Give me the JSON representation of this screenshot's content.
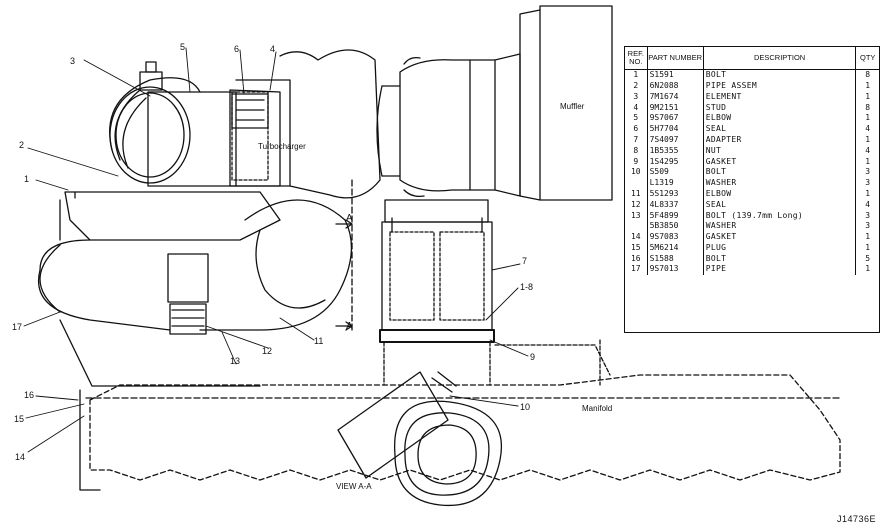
{
  "figure_id": "J14736E",
  "labels": {
    "turbocharger": "Turbocharger",
    "muffler": "Muffler",
    "manifold": "Manifold",
    "view": "VIEW A-A",
    "section_a": "A"
  },
  "callouts": [
    "1",
    "2",
    "3",
    "4",
    "5",
    "6",
    "7",
    "1-8",
    "9",
    "10",
    "11",
    "12",
    "13",
    "14",
    "15",
    "16",
    "17"
  ],
  "parts_table": {
    "headers": {
      "ref": "REF. NO.",
      "part": "PART NUMBER",
      "desc": "DESCRIPTION",
      "qty": "QTY"
    },
    "rows": [
      {
        "ref": "1",
        "part": "S1591",
        "desc": "BOLT",
        "qty": "8"
      },
      {
        "ref": "2",
        "part": "6N2088",
        "desc": "PIPE ASSEM",
        "qty": "1"
      },
      {
        "ref": "3",
        "part": "7M1674",
        "desc": "ELEMENT",
        "qty": "1"
      },
      {
        "ref": "4",
        "part": "9M2151",
        "desc": "STUD",
        "qty": "8"
      },
      {
        "ref": "5",
        "part": "9S7067",
        "desc": "ELBOW",
        "qty": "1"
      },
      {
        "ref": "6",
        "part": "5H7704",
        "desc": "SEAL",
        "qty": "4"
      },
      {
        "ref": "7",
        "part": "7S4097",
        "desc": "ADAPTER",
        "qty": "1"
      },
      {
        "ref": "8",
        "part": "1B5355",
        "desc": "NUT",
        "qty": "4"
      },
      {
        "ref": "9",
        "part": "1S4295",
        "desc": "GASKET",
        "qty": "1"
      },
      {
        "ref": "10",
        "part": "S509",
        "desc": "BOLT",
        "qty": "3"
      },
      {
        "ref": "",
        "part": "L1319",
        "desc": "WASHER",
        "qty": "3"
      },
      {
        "ref": "11",
        "part": "5S1293",
        "desc": "ELBOW",
        "qty": "1"
      },
      {
        "ref": "12",
        "part": "4L8337",
        "desc": "SEAL",
        "qty": "4"
      },
      {
        "ref": "13",
        "part": "5F4899",
        "desc": "BOLT (139.7mm Long)",
        "qty": "3"
      },
      {
        "ref": "",
        "part": "5B3850",
        "desc": "WASHER",
        "qty": "3"
      },
      {
        "ref": "14",
        "part": "9S7083",
        "desc": "GASKET",
        "qty": "1"
      },
      {
        "ref": "15",
        "part": "5M6214",
        "desc": "PLUG",
        "qty": "1"
      },
      {
        "ref": "16",
        "part": "S1588",
        "desc": "BOLT",
        "qty": "5"
      },
      {
        "ref": "17",
        "part": "9S7013",
        "desc": "PIPE",
        "qty": "1"
      }
    ]
  }
}
